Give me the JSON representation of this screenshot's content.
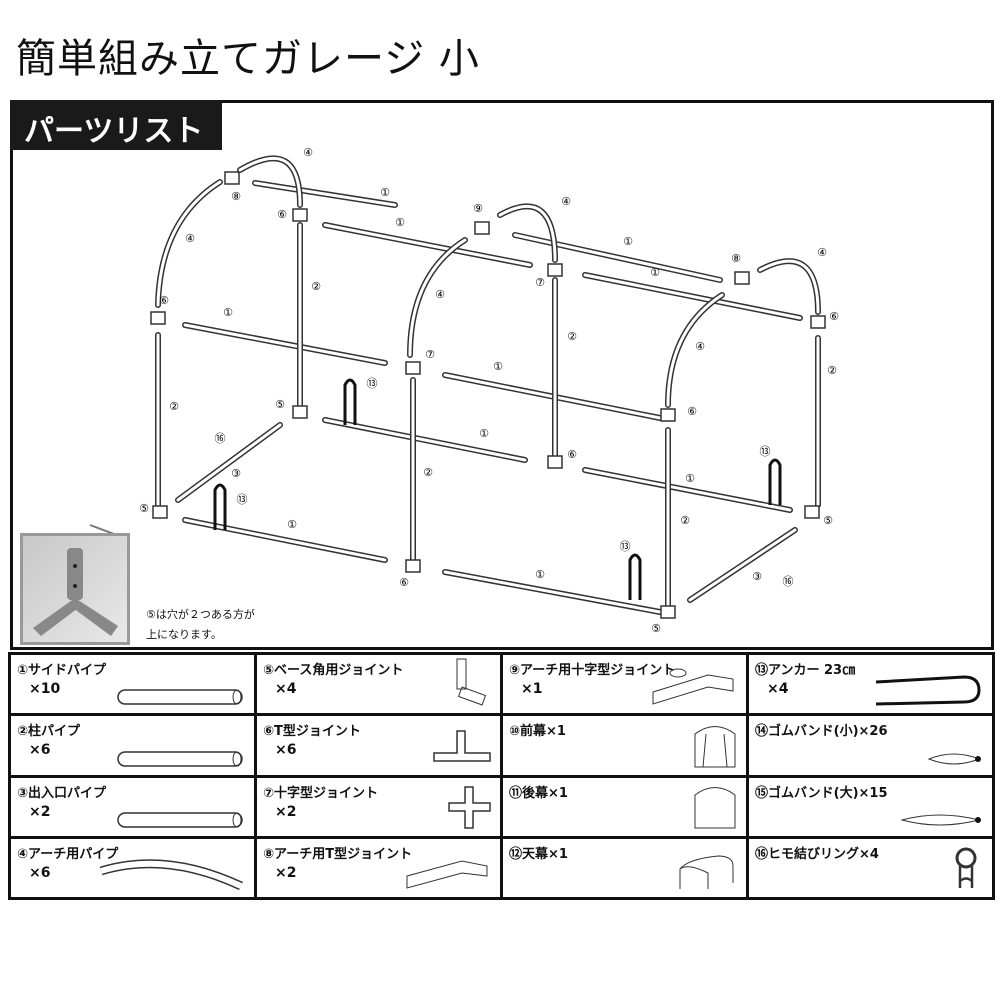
{
  "title": "簡単組み立てガレージ 小",
  "section_tab": "パーツリスト",
  "note": [
    "⑤は穴が２つある方が",
    "上になります。"
  ],
  "diagram_labels": {
    "side_pipe": "①",
    "pillar_pipe": "②",
    "entry_pipe": "③",
    "arch_pipe": "④",
    "base_joint": "⑤",
    "t_joint": "⑥",
    "cross_joint": "⑦",
    "arch_t_joint": "⑧",
    "arch_cross_joint": "⑨",
    "anchor": "⑬",
    "tie_ring": "⑯"
  },
  "parts": [
    {
      "name": "①サイドパイプ",
      "qty": "×10",
      "icon": "straight-pipe"
    },
    {
      "name": "⑤ベース角用ジョイント",
      "qty": "×4",
      "icon": "corner-joint"
    },
    {
      "name": "⑨アーチ用十字型ジョイント",
      "qty": "×1",
      "icon": "arch-cross-joint"
    },
    {
      "name": "⑬アンカー 23㎝",
      "qty": "×4",
      "icon": "u-anchor"
    },
    {
      "name": "②柱パイプ",
      "qty": "×6",
      "icon": "straight-pipe"
    },
    {
      "name": "⑥T型ジョイント",
      "qty": "×6",
      "icon": "t-joint"
    },
    {
      "name": "⑩前幕×1",
      "qty": "",
      "icon": "front-cover"
    },
    {
      "name": "⑭ゴムバンド(小)×26",
      "qty": "",
      "icon": "rubber-band-small"
    },
    {
      "name": "③出入口パイプ",
      "qty": "×2",
      "icon": "straight-pipe"
    },
    {
      "name": "⑦十字型ジョイント",
      "qty": "×2",
      "icon": "cross-joint"
    },
    {
      "name": "⑪後幕×1",
      "qty": "",
      "icon": "back-cover"
    },
    {
      "name": "⑮ゴムバンド(大)×15",
      "qty": "",
      "icon": "rubber-band-large"
    },
    {
      "name": "④アーチ用パイプ",
      "qty": "×6",
      "icon": "curved-pipe"
    },
    {
      "name": "⑧アーチ用T型ジョイント",
      "qty": "×2",
      "icon": "arch-t-joint"
    },
    {
      "name": "⑫天幕×1",
      "qty": "",
      "icon": "roof-cover"
    },
    {
      "name": "⑯ヒモ結びリング×4",
      "qty": "",
      "icon": "tie-ring"
    }
  ]
}
